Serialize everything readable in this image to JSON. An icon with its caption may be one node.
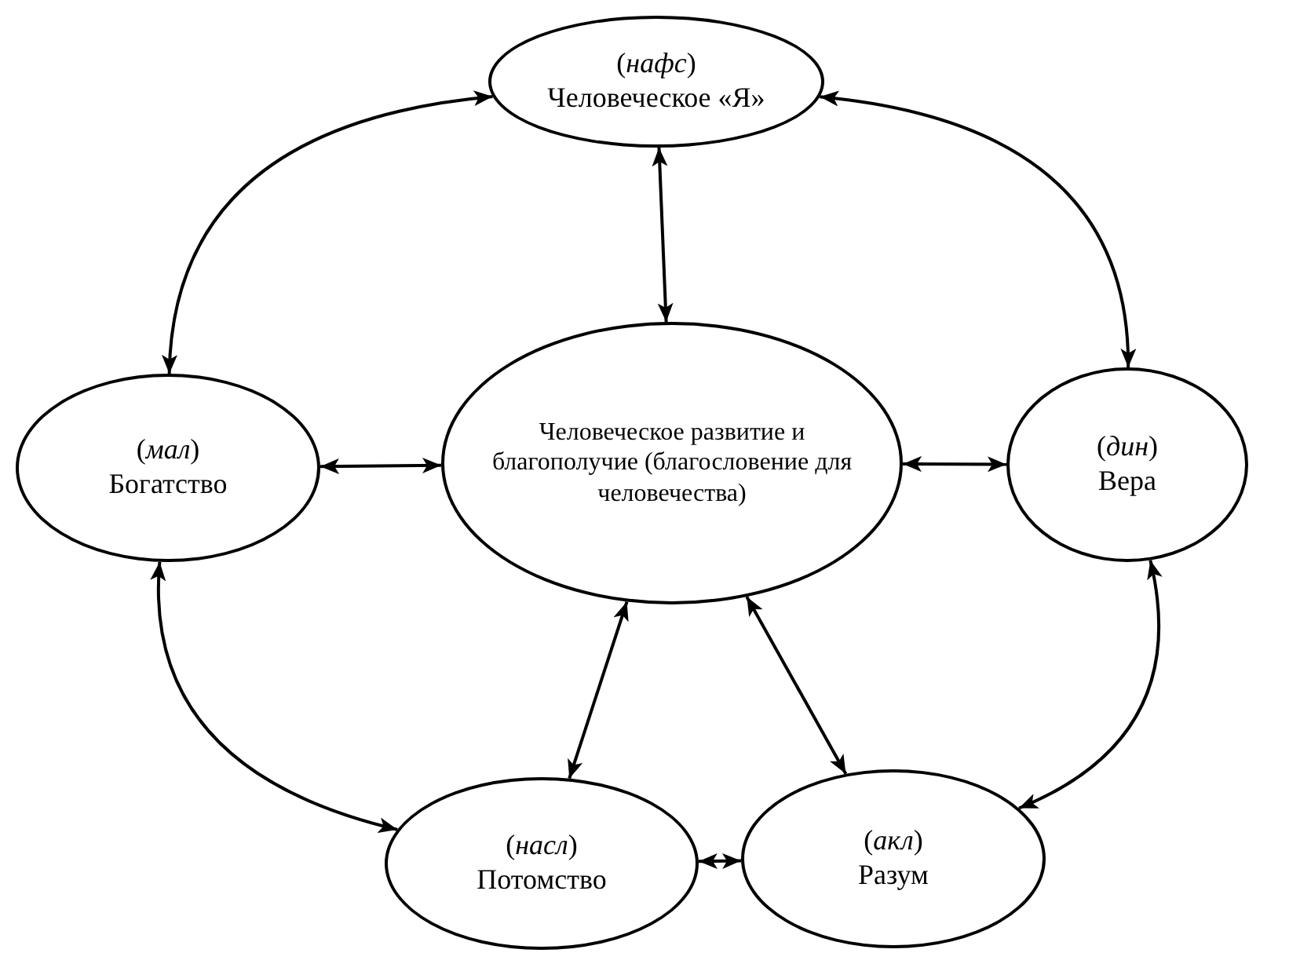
{
  "diagram": {
    "nodes": [
      {
        "text": [
          "(*нафс*)",
          "Человеческое «Я»"
        ]
      },
      {
        "text": [
          "(*мал*)",
          "Богатство"
        ]
      },
      {
        "text": [
          "Человеческое развитие и благополучие (благословение для человечества)"
        ]
      },
      {
        "text": [
          "(*дин*)",
          "Вера"
        ]
      },
      {
        "text": [
          "(*насл*)",
          "Потомство"
        ]
      },
      {
        "text": [
          "(*акл*)",
          "Разум"
        ]
      }
    ],
    "edges": [
      {
        "from": 0,
        "to": 1,
        "arrow": "both"
      },
      {
        "from": 0,
        "to": 3,
        "arrow": "both"
      },
      {
        "from": 0,
        "to": 2,
        "arrow": "both"
      },
      {
        "from": 1,
        "to": 2,
        "arrow": "both"
      },
      {
        "from": 2,
        "to": 3,
        "arrow": "both"
      },
      {
        "from": 1,
        "to": 4,
        "arrow": "both"
      },
      {
        "from": 3,
        "to": 5,
        "arrow": "both"
      },
      {
        "from": 2,
        "to": 4,
        "arrow": "both"
      },
      {
        "from": 2,
        "to": 5,
        "arrow": "both"
      },
      {
        "from": 4,
        "to": 5,
        "arrow": "both"
      }
    ]
  }
}
